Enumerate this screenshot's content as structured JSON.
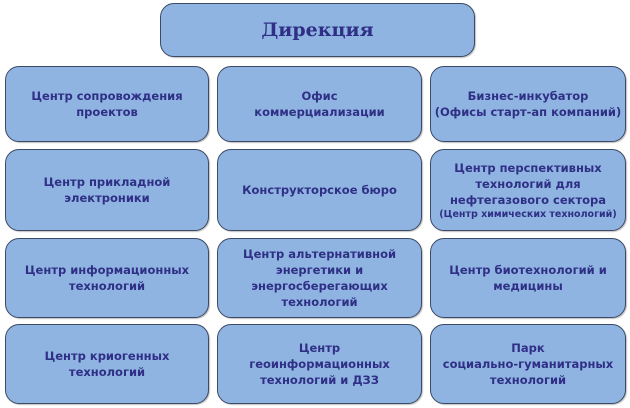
{
  "title": "Дирекция",
  "units": [
    {
      "lines": [
        "Центр сопровождения",
        "проектов"
      ]
    },
    {
      "lines": [
        "Офис",
        "коммерциализации"
      ]
    },
    {
      "lines": [
        "Бизнес-инкубатор",
        "(Офисы старт-ап компаний)"
      ]
    },
    {
      "lines": [
        "Центр прикладной",
        "электроники"
      ]
    },
    {
      "lines": [
        "Конструкторское бюро"
      ]
    },
    {
      "lines": [
        "Центр перспективных",
        "технологий для",
        "нефтегазового сектора"
      ],
      "note": "(Центр химических технологий)"
    },
    {
      "lines": [
        "Центр информационных",
        "технологий"
      ]
    },
    {
      "lines": [
        "Центр альтернативной",
        "энергетики и",
        "энергосберегающих",
        "технологий"
      ]
    },
    {
      "lines": [
        "Центр биотехнологий и",
        "медицины"
      ]
    },
    {
      "lines": [
        "Центр криогенных",
        "технологий"
      ]
    },
    {
      "lines": [
        "Центр",
        "геоинформационных",
        "технологий и ДЗЗ"
      ]
    },
    {
      "lines": [
        "Парк",
        "социально-гуманитарных",
        "технологий"
      ]
    }
  ]
}
